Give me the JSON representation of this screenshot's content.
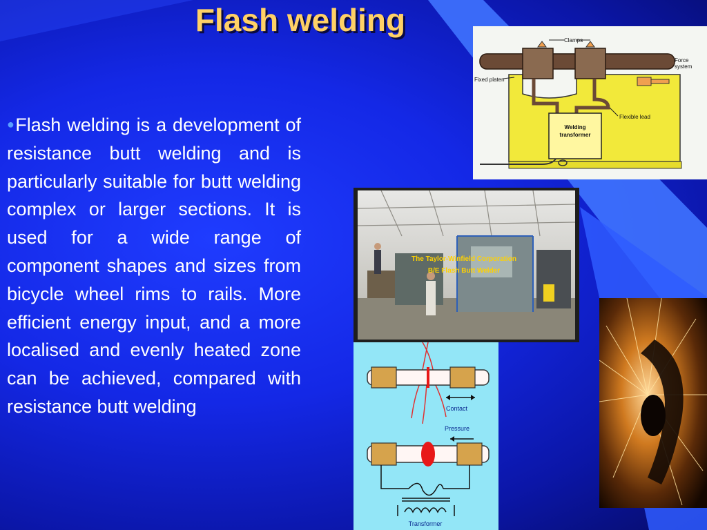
{
  "slide": {
    "title": "Flash welding",
    "paragraph": "Flash welding is a development of resistance butt welding and is particularly suitable for butt welding complex or larger sections. It is used for a wide range of component shapes and sizes from bicycle wheel rims to rails. More efficient energy input, and a more localised and evenly heated zone can be achieved, compared with resistance butt welding",
    "bullet_icon": "round-bullet-icon"
  },
  "figures": {
    "machine_diagram": {
      "labels": {
        "clamps": "Clamps",
        "force_system_1": "Force",
        "force_system_2": "system",
        "fixed_platen": "Fixed platen",
        "flexible_lead": "Flexible lead",
        "welding_1": "Welding",
        "transformer_1": "transformer"
      }
    },
    "factory_photo": {
      "caption_line1": "The Taylor-Winfield Corporation",
      "caption_line2": "B/E Flash Butt Welder"
    },
    "process_steps": {
      "contact": "Contact",
      "pressure": "Pressure",
      "transformer": "Transformer"
    }
  },
  "colors": {
    "title": "#ffd166",
    "body_text": "#ffffff",
    "background": "#1428e6",
    "accent_stripe": "#3f73ff"
  }
}
